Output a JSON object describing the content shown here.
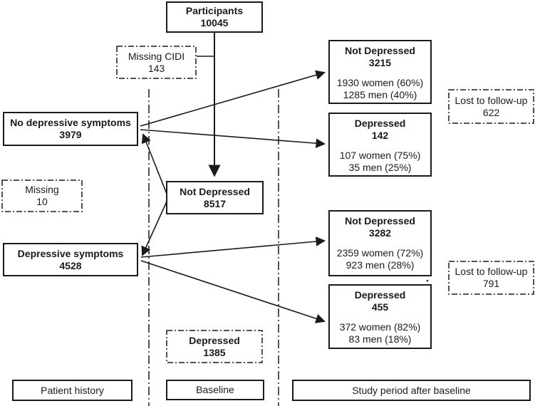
{
  "colors": {
    "ink": "#1a1a1a",
    "background": "#ffffff"
  },
  "flowchart": {
    "participants": {
      "title": "Participants",
      "count": "10045"
    },
    "missing_cidi": {
      "title": "Missing CIDI",
      "count": "143"
    },
    "no_depressive_symptoms": {
      "title": "No depressive symptoms",
      "count": "3979"
    },
    "missing": {
      "title": "Missing",
      "count": "10"
    },
    "depressive_symptoms": {
      "title": "Depressive symptoms",
      "count": "4528"
    },
    "not_depressed_baseline": {
      "title": "Not Depressed",
      "count": "8517"
    },
    "depressed_baseline": {
      "title": "Depressed",
      "count": "1385"
    },
    "not_depressed_top": {
      "title": "Not Depressed",
      "count": "3215",
      "women": "1930 women (60%)",
      "men": "1285 men (40%)"
    },
    "depressed_top": {
      "title": "Depressed",
      "count": "142",
      "women": "107 women (75%)",
      "men": "35 men (25%)"
    },
    "not_depressed_bottom": {
      "title": "Not Depressed",
      "count": "3282",
      "women": "2359 women (72%)",
      "men": "923 men (28%)"
    },
    "depressed_bottom": {
      "title": "Depressed",
      "count": "455",
      "women": "372 women (82%)",
      "men": "83 men (18%)"
    },
    "lost_followup_top": {
      "title": "Lost to follow-up",
      "count": "622"
    },
    "lost_followup_bottom": {
      "title": "Lost to follow-up",
      "count": "791"
    },
    "phase_labels": {
      "patient_history": "Patient history",
      "baseline": "Baseline",
      "study_period": "Study period after baseline"
    }
  }
}
